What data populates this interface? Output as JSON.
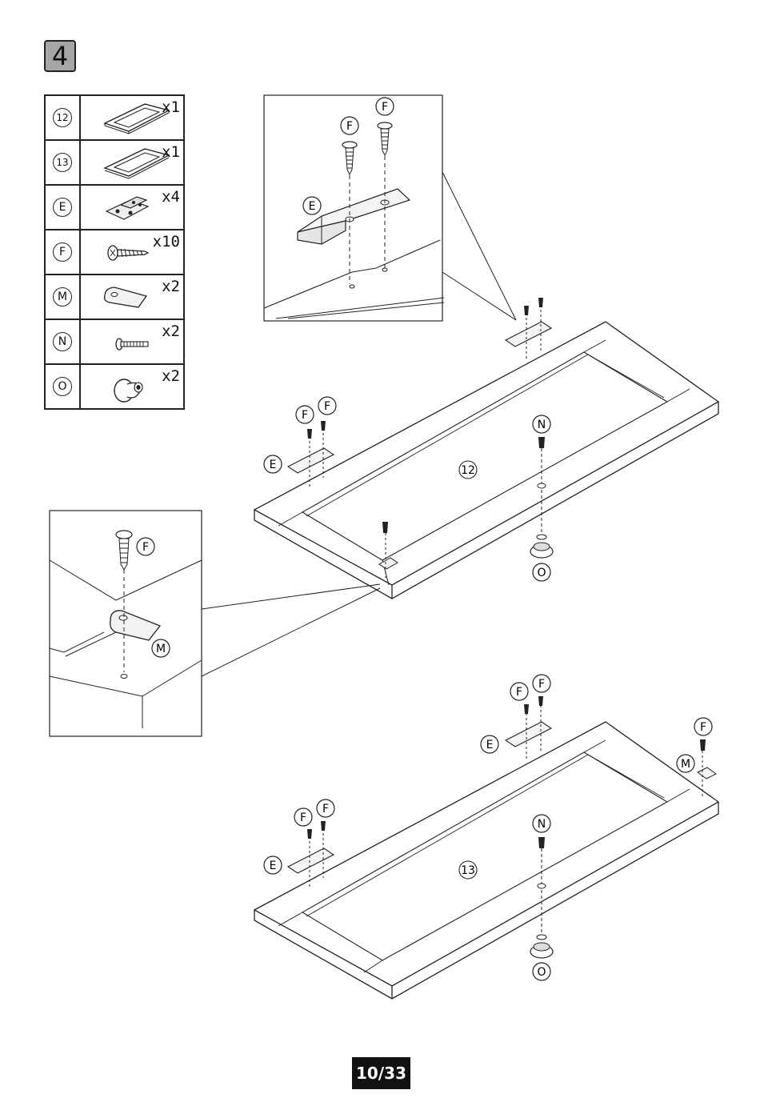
{
  "step": {
    "number": "4"
  },
  "parts": [
    {
      "id": "12",
      "qty": "x1",
      "icon": "panel-frame-icon"
    },
    {
      "id": "13",
      "qty": "x1",
      "icon": "panel-frame-icon"
    },
    {
      "id": "E",
      "qty": "x4",
      "icon": "hinge-icon"
    },
    {
      "id": "F",
      "qty": "x10",
      "icon": "screw-icon"
    },
    {
      "id": "M",
      "qty": "x2",
      "icon": "plate-icon"
    },
    {
      "id": "N",
      "qty": "x2",
      "icon": "bolt-icon"
    },
    {
      "id": "O",
      "qty": "x2",
      "icon": "knob-icon"
    }
  ],
  "labels": {
    "E": "E",
    "F": "F",
    "M": "M",
    "N": "N",
    "O": "O",
    "panel_top": "12",
    "panel_bottom": "13"
  },
  "footer": {
    "page": "10/33"
  }
}
